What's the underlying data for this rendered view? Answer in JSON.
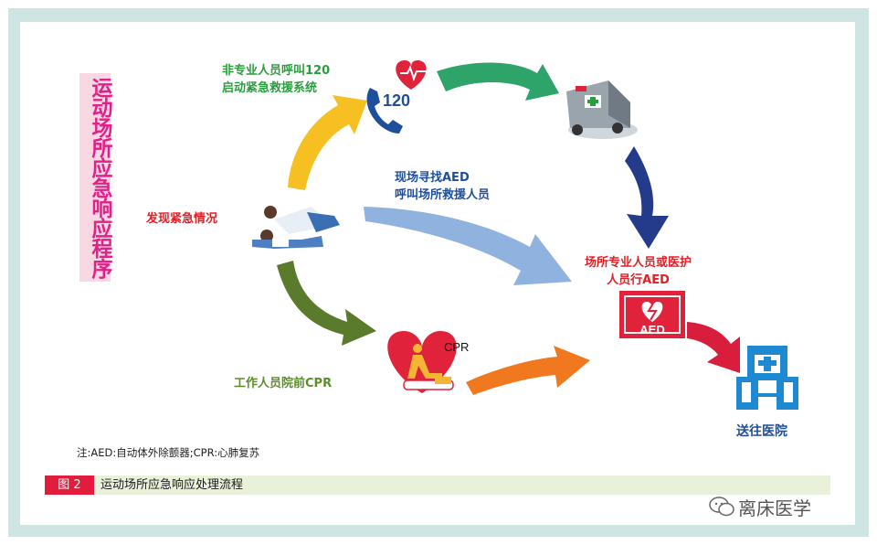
{
  "vertical_title": "运动场所应急响应程序",
  "steps": {
    "call_120": [
      "非专业人员呼叫120",
      "启动紧急救援系统"
    ],
    "find_aed": [
      "现场寻找AED",
      "呼叫场所救援人员"
    ],
    "discover": "发现紧急情况",
    "staff_cpr": "工作人员院前CPR",
    "pro_aed": [
      "场所专业人员或医护",
      "人员行AED"
    ],
    "hospital": "送往医院"
  },
  "icons": {
    "phone_number": "120",
    "cpr_label": "CPR",
    "aed_label": "AED"
  },
  "colors": {
    "arrow_yellow": "#f6c022",
    "arrow_green": "#2ea36a",
    "arrow_navy": "#243a8a",
    "arrow_lightblue": "#8fb3de",
    "arrow_olive": "#5a7a2c",
    "arrow_orange": "#f0781e",
    "arrow_red": "#d81e3c",
    "hospital_blue": "#1e88d0"
  },
  "footnote": "注:AED:自动体外除颤器;CPR:心肺复苏",
  "caption": {
    "number": "图 2",
    "text": "运动场所应急响应处理流程"
  },
  "watermark": "离床医学"
}
